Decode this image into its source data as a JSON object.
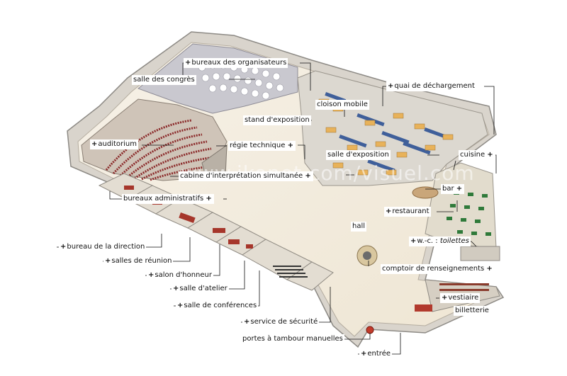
{
  "watermark": "www.ikonet.com/visuel.com",
  "labels": {
    "bureaux_organisateurs": "bureaux des organisateurs",
    "salle_congres": "salle des congrès",
    "quai_dechargement": "quai de déchargement",
    "cloison_mobile": "cloison mobile",
    "stand_exposition": "stand d'exposition",
    "auditorium": "auditorium",
    "regie_technique": "régie technique",
    "salle_exposition": "salle d'exposition",
    "cuisine": "cuisine",
    "cabine_interpretation": "cabine d'interprétation simultanée",
    "bar": "bar",
    "bureaux_administratifs": "bureaux administratifs",
    "restaurant": "restaurant",
    "hall": "hall",
    "bureau_direction": "bureau de la direction",
    "wc": "w.-c. :",
    "toilettes": "toilettes",
    "salles_reunion": "salles de réunion",
    "comptoir_renseignements": "comptoir de renseignements",
    "salon_honneur": "salon d'honneur",
    "salle_atelier": "salle d'atelier",
    "vestiaire": "vestiaire",
    "billetterie": "billetterie",
    "salle_conferences": "salle de conférences",
    "service_securite": "service de sécurité",
    "portes_tambour": "portes à tambour manuelles",
    "entree": "entrée"
  },
  "plus_sign": "+"
}
